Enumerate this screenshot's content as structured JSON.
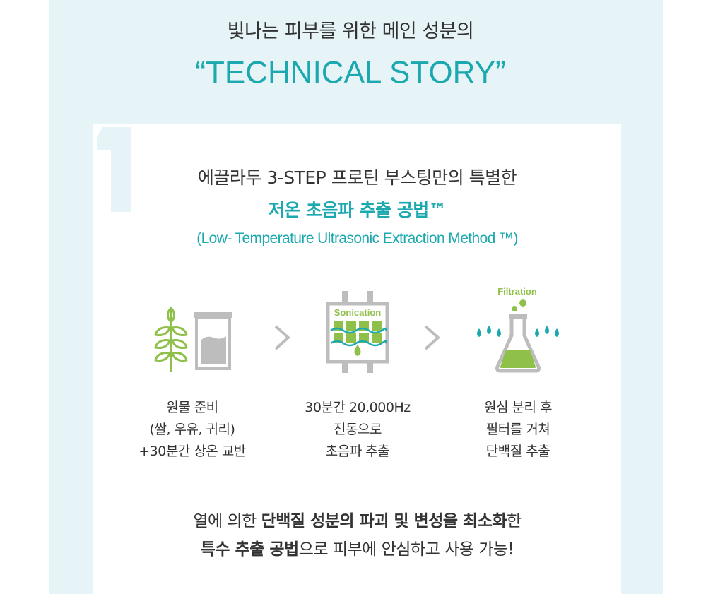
{
  "header": {
    "subtitle": "빛나는 피부를 위한 메인 성분의",
    "title": "“TECHNICAL STORY”"
  },
  "step": {
    "number": "1",
    "intro_line1": "에끌라두 3-STEP 프로틴 부스팅만의 특별한",
    "intro_line2": "저온 초음파 추출 공법™",
    "intro_line3": "(Low- Temperature Ultrasonic Extraction Method ™)"
  },
  "process": [
    {
      "icon": "wheat-and-jar-icon",
      "lines": [
        "원물 준비",
        "(쌀, 우유, 귀리)",
        "+30분간 상온 교반"
      ]
    },
    {
      "icon": "sonication-icon",
      "label": "Sonication",
      "lines": [
        "30분간 20,000Hz",
        "진동으로",
        "초음파 추출"
      ]
    },
    {
      "icon": "filtration-flask-icon",
      "label": "Filtration",
      "lines": [
        "원심 분리 후",
        "필터를 거쳐",
        "단백질 추출"
      ]
    }
  ],
  "summary": {
    "line1": [
      {
        "text": "열에 의한 ",
        "bold": false
      },
      {
        "text": "단백질 성분의 파괴 및 변성을 최소화",
        "bold": true
      },
      {
        "text": "한",
        "bold": false
      }
    ],
    "line2": [
      {
        "text": "특수 추출 공법",
        "bold": true
      },
      {
        "text": "으로 피부에 안심하고 사용 가능!",
        "bold": false
      }
    ]
  },
  "colors": {
    "accent": "#1ba8ae",
    "green": "#8fc04a",
    "panel_bg": "#e6f4f8",
    "icon_gray": "#bdbdbd"
  }
}
